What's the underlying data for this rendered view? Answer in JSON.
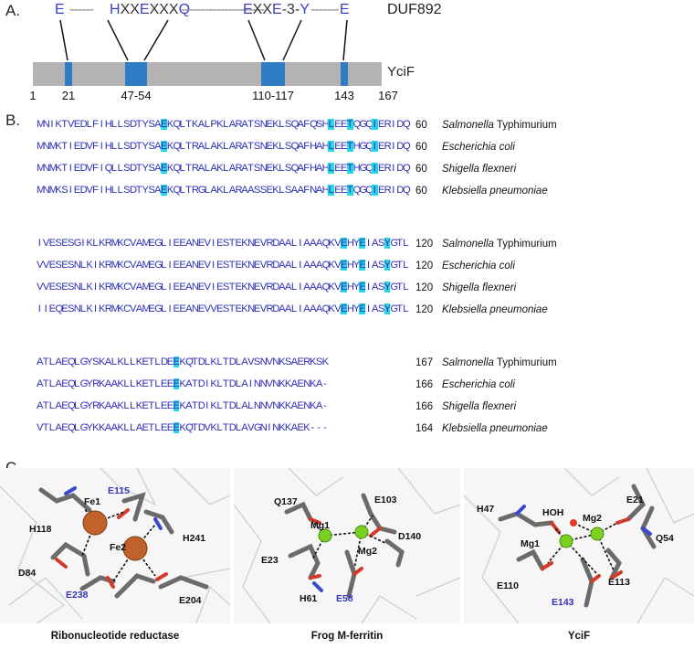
{
  "panels": {
    "a": "A.",
    "b": "B.",
    "c": "C."
  },
  "panel_a": {
    "motif_e1": "E",
    "motif_hxx": "H",
    "motif_xx1": "XX",
    "motif_e2": "E",
    "motif_xxx": "XXX",
    "motif_q": "Q",
    "motif_e3": "E",
    "motif_xx2": "XX",
    "motif_e4": "E",
    "motif_3": "-3-",
    "motif_y": "Y",
    "motif_e5": "E",
    "domain": "DUF892",
    "protein": "YciF",
    "positions": [
      "1",
      "21",
      "47-54",
      "110-117",
      "143",
      "167"
    ]
  },
  "panel_b": {
    "organisms": [
      {
        "genus": "Salmonella",
        "rest": "Typhimurium",
        "italic_rest": false
      },
      {
        "genus": "Escherichia coli",
        "rest": "",
        "italic_rest": true
      },
      {
        "genus": "Shigella flexneri",
        "rest": "",
        "italic_rest": true
      },
      {
        "genus": "Klebsiella pneumoniae",
        "rest": "",
        "italic_rest": true
      }
    ],
    "blocks": [
      {
        "numbers": [
          "60",
          "60",
          "60",
          "60"
        ],
        "sequences": [
          "MNIKTVEDLFIHLLSDTYSAEKQLTKALPKLARATSNEKLSQAFQSHLEETQGQIERIDQ",
          "MNMKTIEDVFIHLLSDTYSAEKQLTRALAKLARATSNEKLSQAFHAHLEETHGQIERIDQ",
          "MNMKTIEDVFIQLLSDTYSAEKQLTRALAKLARATSNEKLSQAFHAHLEETHGQIERIDQ",
          "MNMKSIEDVFIHLLSDTYSAEKQLTRGLAKLARAASSEKLSAAFNAHLEETQGQIERIDQ"
        ],
        "highlight_cols": [
          20,
          47,
          50,
          54
        ]
      },
      {
        "numbers": [
          "120",
          "120",
          "120",
          "120"
        ],
        "sequences": [
          "IVESESGIKLKRMKCVAMEGLIEEANEVIESTEKNEVRDAALIAAAQKVEHYEIASYGTL",
          "VVESESNLKIKRMKCVAMEGLIEEANEVIESTEKNEVRDAALIAAAQKVEHYEIASYGTL",
          "VVESESNLKIKRMKCVAMEGLIEEANEVIESTEKNEVRDAALIAAAQKVEHYEIASYGTL",
          "IIEQESNLKIKRMKCVAMEGLIEEANEVVESTEKNEVRDAALIAAAQKVEHYEIASYGTL"
        ],
        "highlight_cols": [
          49,
          52,
          56
        ]
      },
      {
        "numbers": [
          "167",
          "166",
          "166",
          "164"
        ],
        "sequences": [
          "ATLAEQLGYSKALKLLKETLDEEKQTDLKLTDLAVSNVNKSAERKSK",
          "ATLAEQLGYRKAAKLLKETLEEEKATDIKLTDLAINNVNKKAENKA-",
          "ATLAEQLGYRKAAKLLKETLEEEKATDIKLTDLALNNVNKKAENKA-",
          "VTLAEQLGYKKAAKLLAETLEEEKQTDVKLTDLAVGNINKKAEK---"
        ],
        "highlight_cols": [
          22
        ]
      }
    ]
  },
  "panel_c": {
    "structures": [
      {
        "title": "Ribonucleotide reductase",
        "labels": {
          "fe1": "Fe1",
          "fe2": "Fe2",
          "h118": "H118",
          "e115": "E115",
          "h241": "H241",
          "d84": "D84",
          "e238": "E238",
          "e204": "E204"
        }
      },
      {
        "title": "Frog M-ferritin",
        "labels": {
          "q137": "Q137",
          "e103": "E103",
          "mg1": "Mg1",
          "d140": "D140",
          "mg2": "Mg2",
          "e23": "E23",
          "h61": "H61",
          "e58": "E58"
        }
      },
      {
        "title": "YciF",
        "labels": {
          "h47": "H47",
          "hoh": "HOH",
          "mg2": "Mg2",
          "e21": "E21",
          "mg1": "Mg1",
          "q54": "Q54",
          "e110": "E110",
          "e113": "E113",
          "e143": "E143"
        }
      }
    ]
  },
  "colors": {
    "motif_blue": "#3a3ec8",
    "seq_blue": "#2e2eb8",
    "highlight": "#22d8e6",
    "bar_gray": "#b4b2b2",
    "segment_blue": "#2f7bc4",
    "iron": "#c0622a",
    "magnesium": "#7ad21e"
  }
}
